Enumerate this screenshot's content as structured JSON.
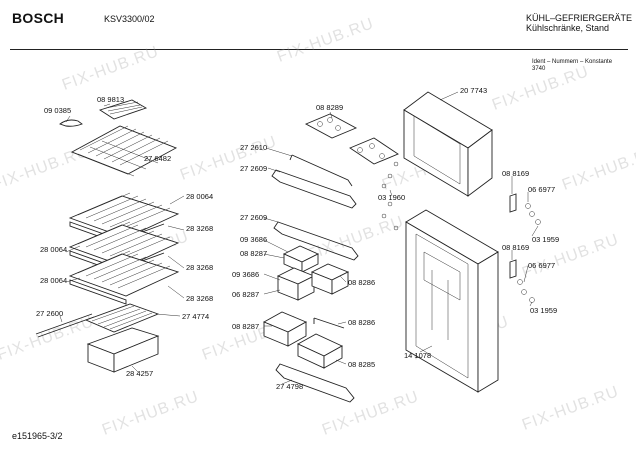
{
  "header": {
    "brand": "BOSCH",
    "model": "KSV3300/02",
    "category": "KÜHL–GEFRIERGERÄTE",
    "subcategory": "Kühlschränke, Stand",
    "ident_label": "Ident – Nummern – Konstante",
    "ident_value": "3740"
  },
  "watermark": "FIX-HUB.RU",
  "footer": {
    "code": "e151965-3/2"
  },
  "parts": [
    "09 0385",
    "08 9813",
    "27 6482",
    "28 0064",
    "28 3268",
    "28 0064",
    "28 3268",
    "28 0064",
    "28 3268",
    "27 2600",
    "27 4774",
    "28 4257",
    "08 8289",
    "27 2610",
    "27 2609",
    "27 2609",
    "09 3686",
    "08 8287",
    "08 8286",
    "09 3686",
    "06 8287",
    "08 8287",
    "08 8286",
    "08 8285",
    "27 4798",
    "20 7743",
    "03 1960",
    "08 8169",
    "06 6977",
    "03 1959",
    "08 8169",
    "06 6977",
    "03 1959",
    "14 1078"
  ]
}
